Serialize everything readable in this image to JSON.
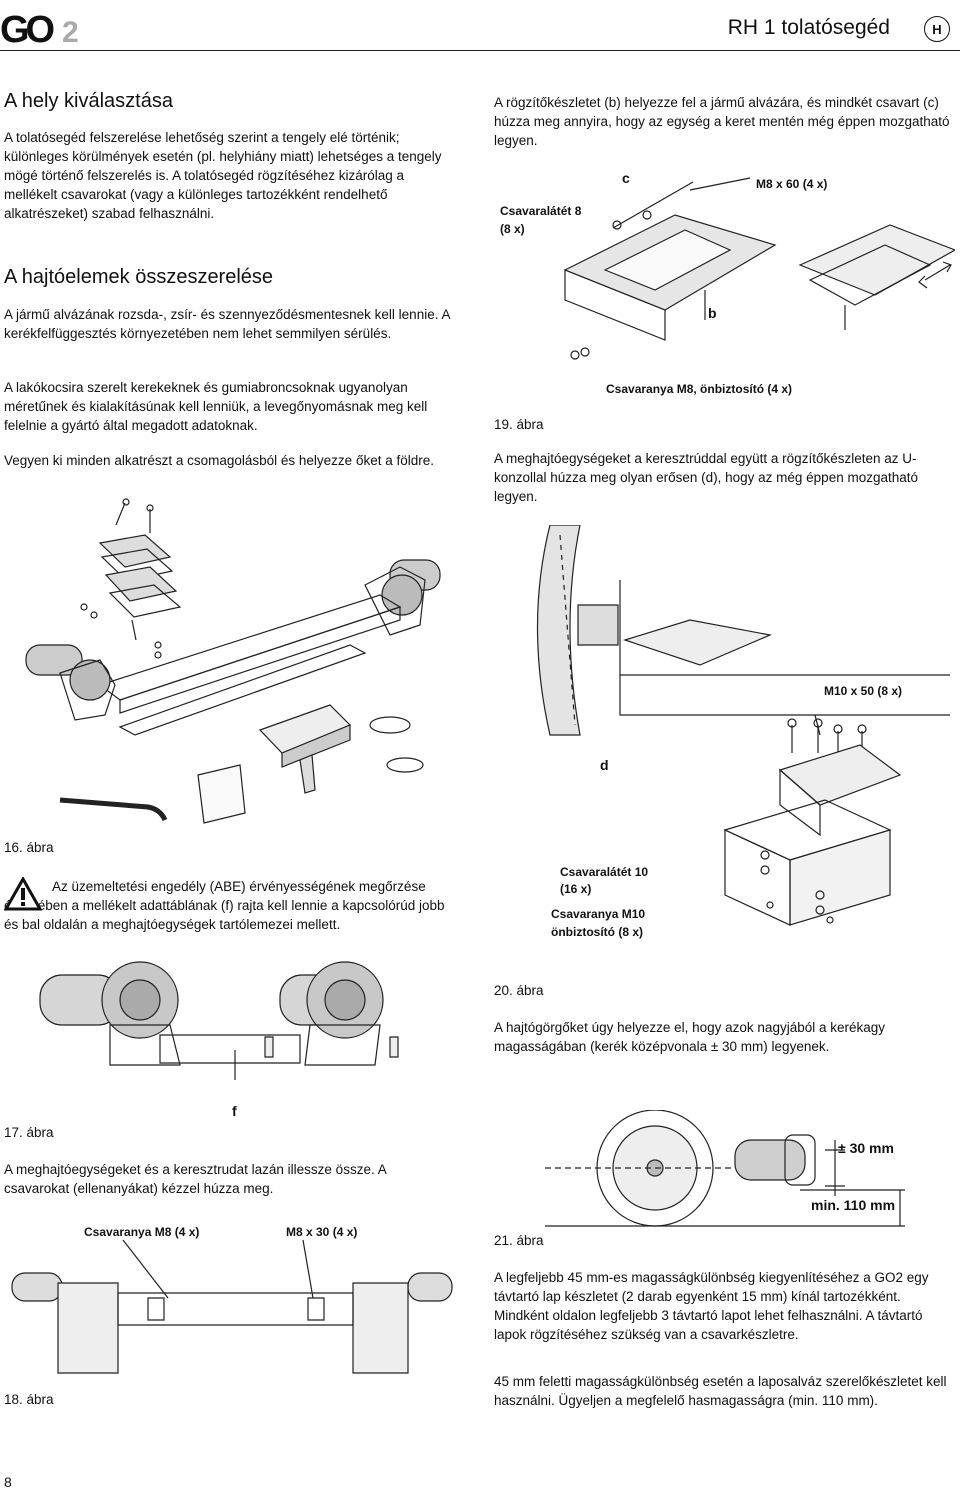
{
  "header": {
    "logo_text": "GO2",
    "title": "RH 1 tolatósegéd",
    "lang_badge": "H"
  },
  "section_location": {
    "heading": "A hely kiválasztása",
    "body": "A tolatósegéd felszerelése lehetőség szerint a tengely elé történik; különleges körülmények esetén (pl. helyhiány miatt) lehetséges a tengely mögé történő felszerelés is. A tolatósegéd rögzítéséhez kizárólag a mellékelt csavarokat (vagy a különleges tartozékként rendelhető alkatrészeket) szabad felhasználni."
  },
  "section_assembly": {
    "heading": "A hajtóelemek összeszerelése",
    "para1": "A jármű alvázának rozsda-, zsír- és szennyeződésmentesnek kell lennie. A kerékfelfüggesztés környezetében nem lehet semmilyen sérülés.",
    "para2": "A lakókocsira szerelt kerekeknek és gumiabroncsoknak ugyanolyan méretűnek és kialakításúnak kell lenniük, a levegőnyomásnak meg kell felelnie a gyártó által megadott adatoknak.",
    "para3": "Vegyen ki minden alkatrészt a csomagolásból és helyezze őket a földre."
  },
  "fig16": {
    "caption": "16. ábra"
  },
  "warning": {
    "icon": "warning-triangle-icon",
    "text": "Az üzemeltetési engedély (ABE) érvényességének megőrzése érdekében a mellékelt adattáblának (f) rajta kell lennie a kapcsolórúd jobb és bal oldalán a meghajtóegységek tartólemezei mellett."
  },
  "fig17": {
    "caption": "17. ábra",
    "label_f": "f"
  },
  "fig17_text": "A meghajtóegységeket és a keresztrudat lazán illessze össze. A csavarokat (ellenanyákat) kézzel húzza meg.",
  "fig18": {
    "caption": "18. ábra",
    "label_nut": "Csavaranya M8 (4 x)",
    "label_bolt": "M8 x 30 (4 x)"
  },
  "section_right_top": {
    "body": "A rögzítőkészletet (b) helyezze fel a jármű alvázára, és mindkét csavart (c) húzza meg annyira, hogy az egység a keret mentén még éppen mozgatható legyen."
  },
  "fig19": {
    "caption": "19. ábra",
    "label_washer_1": "Csavaralátét 8",
    "label_washer_2": "(8 x)",
    "label_c": "c",
    "label_bolt": "M8 x 60 (4 x)",
    "label_b": "b",
    "label_nut": "Csavaranya M8, önbiztosító  (4 x)"
  },
  "fig19_text": "A meghajtóegységeket a keresztrúddal együtt a rögzítőkészleten az U-konzollal húzza meg olyan erősen (d), hogy az még éppen mozgatható legyen.",
  "fig20": {
    "caption": "20. ábra",
    "label_bolt": "M10 x 50 (8 x)",
    "label_d": "d",
    "label_washer_1": "Csavaralátét  10",
    "label_washer_2": "(16 x)",
    "label_nut_1": "Csavaranya M10",
    "label_nut_2": "önbiztosító  (8 x)"
  },
  "fig20_text": "A hajtógörgőket úgy helyezze el, hogy azok nagyjából a kerékagy magasságában (kerék középvonala ± 30 mm) legyenek.",
  "fig21": {
    "caption": "21. ábra",
    "label_pm30": "± 30 mm",
    "label_min110": "min. 110 mm"
  },
  "section_spacer": {
    "para1": "A legfeljebb 45 mm-es magasságkülönbség kiegyenlítéséhez a GO2 egy távtartó lap készletet (2 darab egyenként 15 mm) kínál tartozékként. Mindként oldalon legfeljebb 3 távtartó lapot lehet felhasználni. A távtartó lapok rögzítéséhez szükség van a csavarkészletre.",
    "para2": "45 mm feletti magasságkülönbség esetén a laposalváz szerelőkészletet kell használni. Ügyeljen a megfelelő hasmagasságra (min. 110 mm)."
  },
  "footer": {
    "page_number": "8"
  }
}
